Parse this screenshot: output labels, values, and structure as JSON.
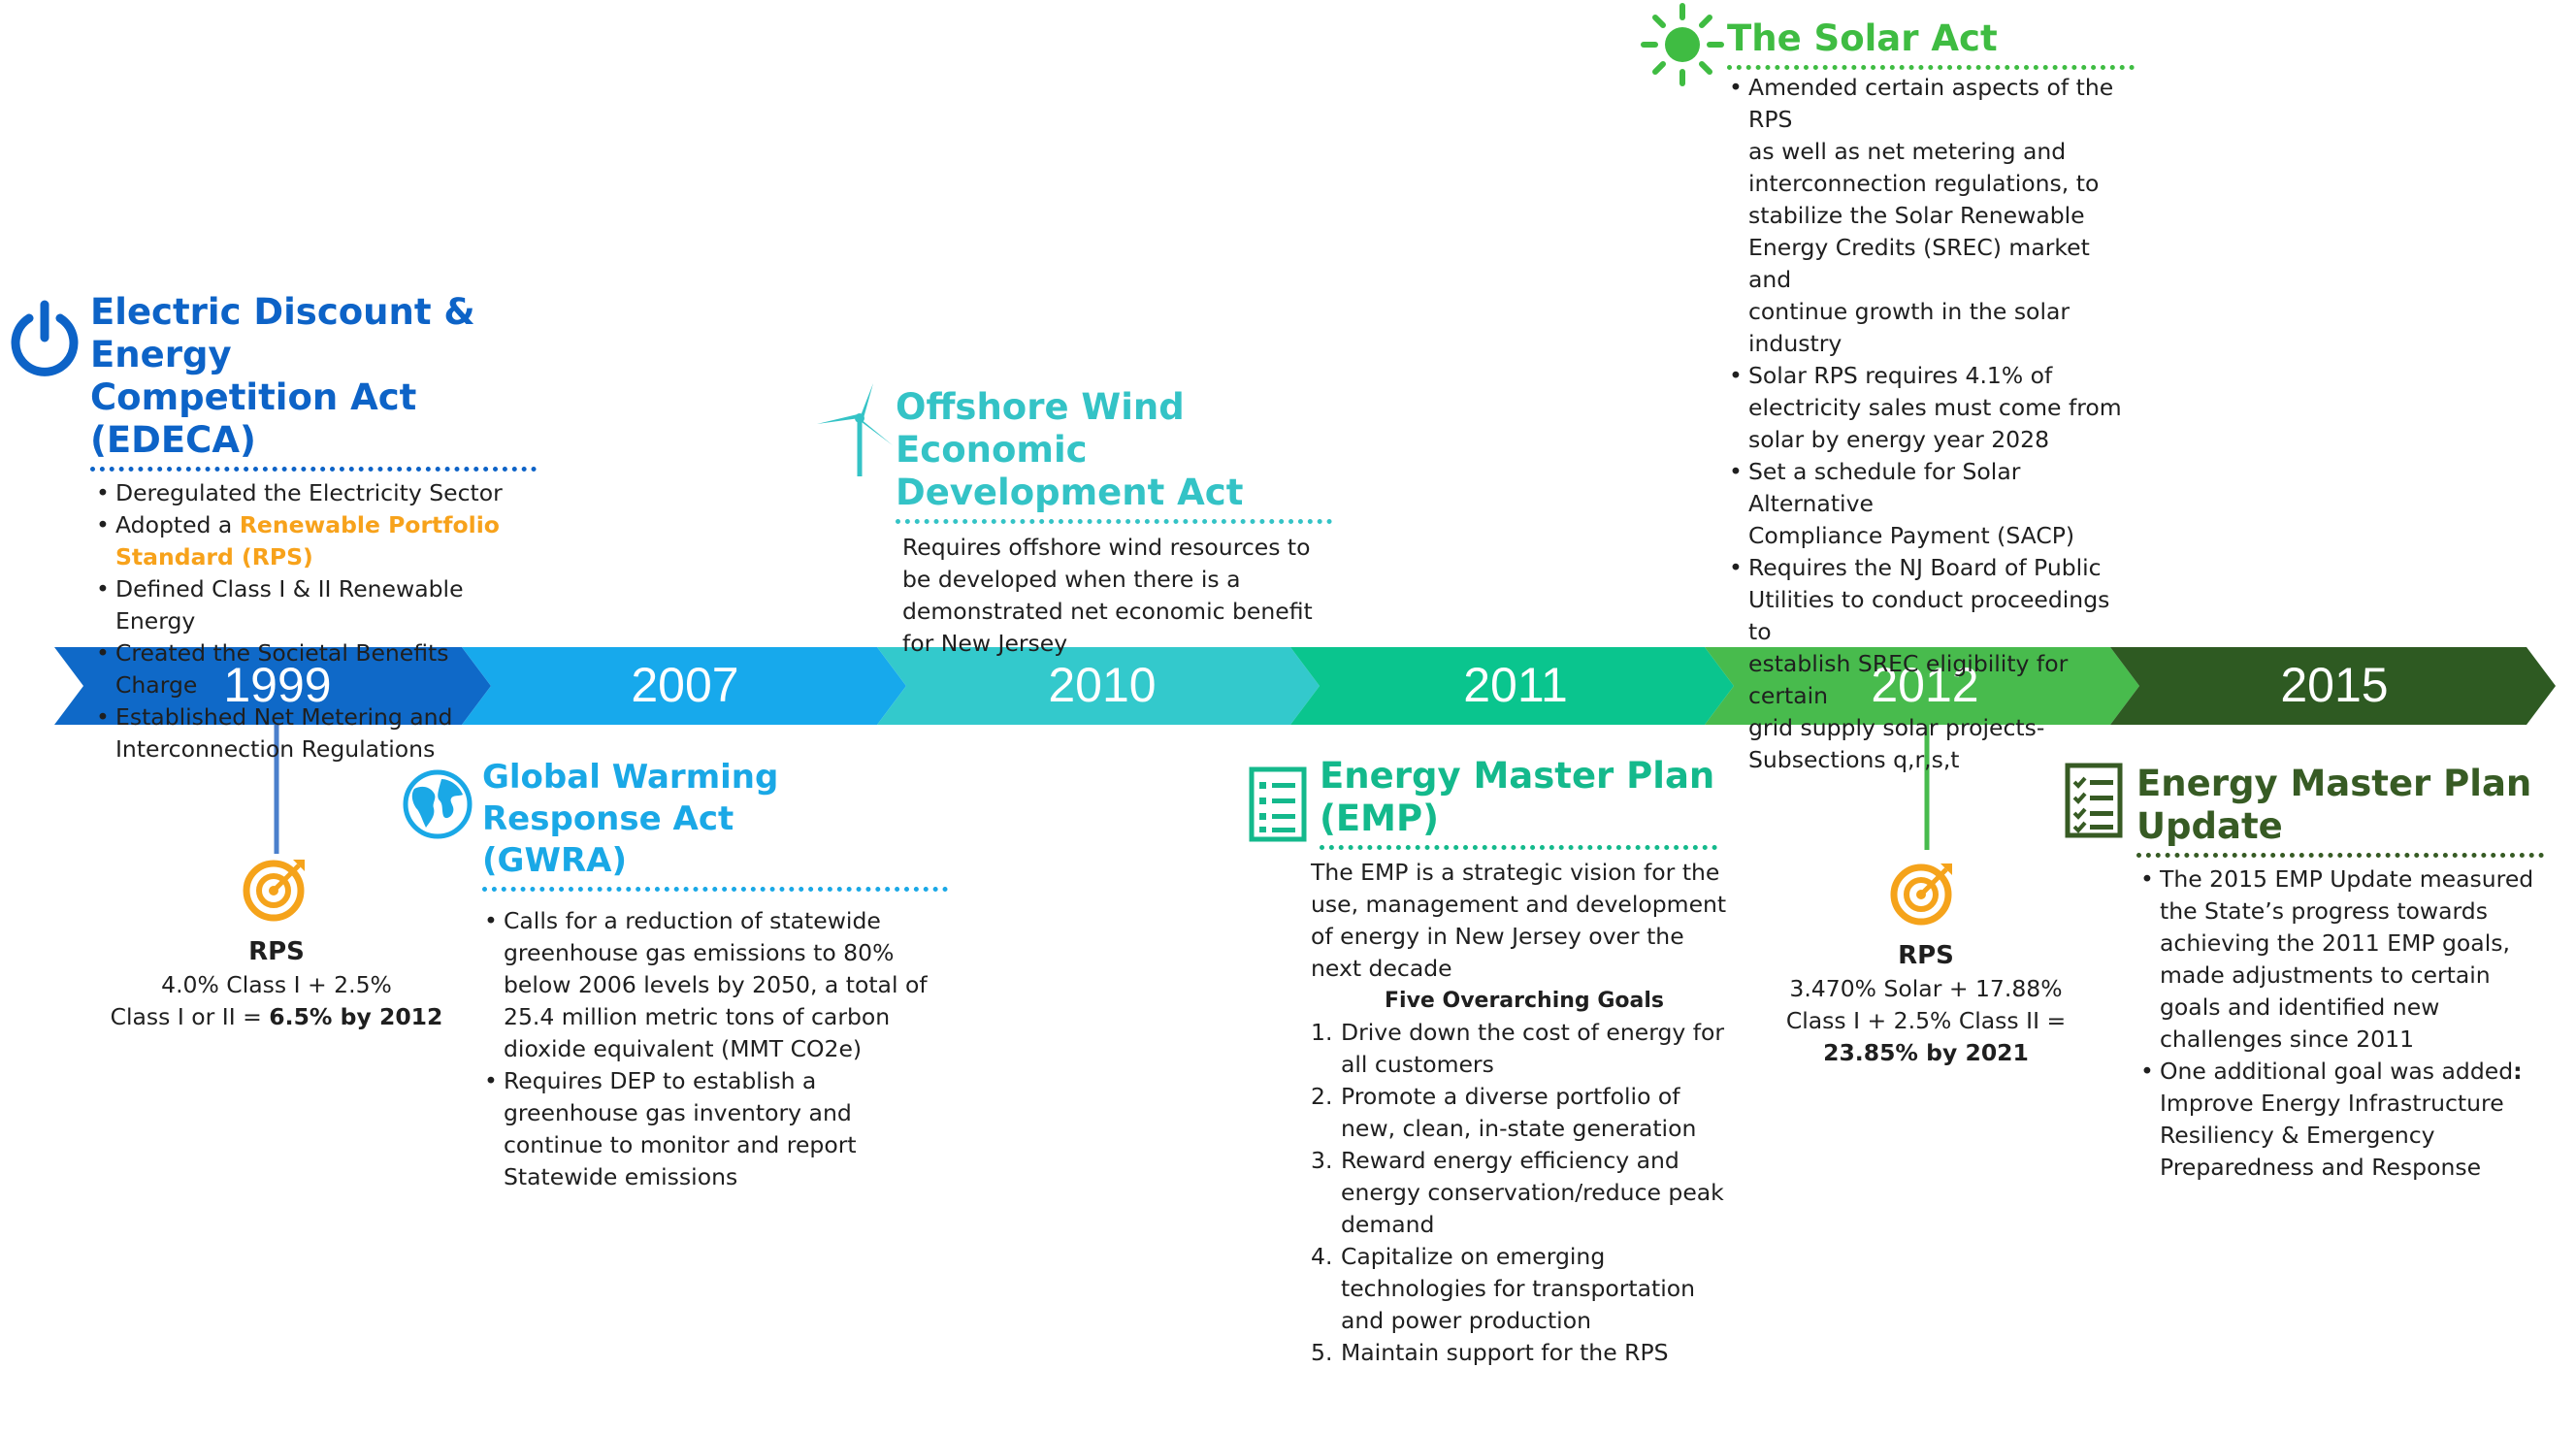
{
  "colors": {
    "y1999": "#0f69c8",
    "y2007": "#17a9ec",
    "y2010": "#33c9cc",
    "y2011": "#0ac58e",
    "y2012": "#48bb4d",
    "y2015": "#2e5a22",
    "edeca": "#0d63c7",
    "gwra": "#1aa8e6",
    "wind": "#34c3c6",
    "emp": "#14b98c",
    "solar": "#3fbc42",
    "emp_update": "#375b24",
    "rps_target": "#f5a31b",
    "highlight": "#f7a21b"
  },
  "timeline": {
    "years": [
      "1999",
      "2007",
      "2010",
      "2011",
      "2012",
      "2015"
    ]
  },
  "edeca": {
    "icon": "power-icon",
    "title_line1": "Electric Discount & Energy",
    "title_line2": "Competition Act (EDECA)",
    "bullets": [
      "Deregulated the Electricity Sector",
      "Adopted a ",
      "Renewable Portfolio",
      "Standard (RPS)",
      "Defined Class I & II Renewable Energy",
      "Created the Societal Benefits Charge",
      "Established Net Metering and",
      "Interconnection Regulations"
    ]
  },
  "rps1999": {
    "icon": "target-icon",
    "title": "RPS",
    "line1": "4.0% Class I + 2.5%",
    "line2_prefix": "Class I or II = ",
    "line2_bold": "6.5% by 2012"
  },
  "gwra": {
    "icon": "globe-icon",
    "title_line1": "Global Warming Response Act",
    "title_line2": "(GWRA)",
    "bullet1": [
      "Calls for a reduction of statewide",
      "greenhouse gas emissions to 80%",
      "below 2006 levels by 2050, a total of",
      "25.4 million metric tons of carbon",
      "dioxide equivalent (MMT CO2e)"
    ],
    "bullet2": [
      "Requires DEP to establish a",
      "greenhouse gas inventory and",
      "continue to monitor and report",
      "Statewide emissions"
    ]
  },
  "wind": {
    "icon": "wind-turbine-icon",
    "title_line1": "Offshore Wind Economic",
    "title_line2": "Development Act",
    "text": [
      "Requires offshore wind resources to",
      "be developed when there is a",
      "demonstrated net economic benefit",
      "for New Jersey"
    ]
  },
  "emp": {
    "icon": "checklist-icon",
    "title_line1": "Energy Master Plan",
    "title_line2": "(EMP)",
    "intro": [
      "The EMP is a strategic vision for the",
      "use, management and development",
      "of energy in New Jersey over the",
      "next decade"
    ],
    "goals_title": "Five Overarching Goals",
    "goals": [
      {
        "n": "1.",
        "lines": [
          "Drive down the cost of energy for",
          "all customers"
        ]
      },
      {
        "n": "2.",
        "lines": [
          "Promote a diverse portfolio of",
          "new, clean, in-state generation"
        ]
      },
      {
        "n": "3.",
        "lines": [
          "Reward energy efficiency and",
          "energy conservation/reduce peak",
          "demand"
        ]
      },
      {
        "n": "4.",
        "lines": [
          "Capitalize on emerging",
          "technologies for transportation",
          "and power production"
        ]
      },
      {
        "n": "5.",
        "lines": [
          "Maintain support for the RPS"
        ]
      }
    ]
  },
  "solar": {
    "icon": "sun-icon",
    "title": "The Solar Act",
    "bullet1": [
      "Amended certain aspects of the RPS",
      "as well as net metering and",
      "interconnection regulations, to",
      "stabilize the Solar Renewable",
      "Energy Credits (SREC) market and",
      "continue growth in the solar",
      "industry"
    ],
    "bullet2": [
      "Solar RPS requires 4.1% of",
      "electricity sales must come from",
      "solar by energy year 2028"
    ],
    "bullet3": [
      "Set a schedule for Solar Alternative",
      "Compliance Payment (SACP)"
    ],
    "bullet4": [
      "Requires the NJ Board of Public",
      "Utilities to conduct proceedings to",
      "establish SREC eligibility for certain",
      "grid supply solar projects-",
      "Subsections q,r,s,t"
    ]
  },
  "rps2012": {
    "icon": "target-icon",
    "title": "RPS",
    "line1": "3.470% Solar + 17.88%",
    "line2": "Class I + 2.5% Class II =",
    "line3_bold": "23.85% by 2021"
  },
  "emp_update": {
    "icon": "checklist-icon",
    "title_line1": "Energy Master Plan",
    "title_line2": "Update",
    "bullet1": [
      "The 2015 EMP Update measured",
      "the State’s progress towards",
      "achieving the 2011 EMP goals,",
      "made adjustments to certain",
      "goals and identified new",
      "challenges since 2011"
    ],
    "bullet2_prefix": "One additional goal was added",
    "bullet2_colon": ":",
    "bullet2_rest": [
      "Improve Energy Infrastructure",
      "Resiliency & Emergency",
      "Preparedness and Response"
    ]
  }
}
